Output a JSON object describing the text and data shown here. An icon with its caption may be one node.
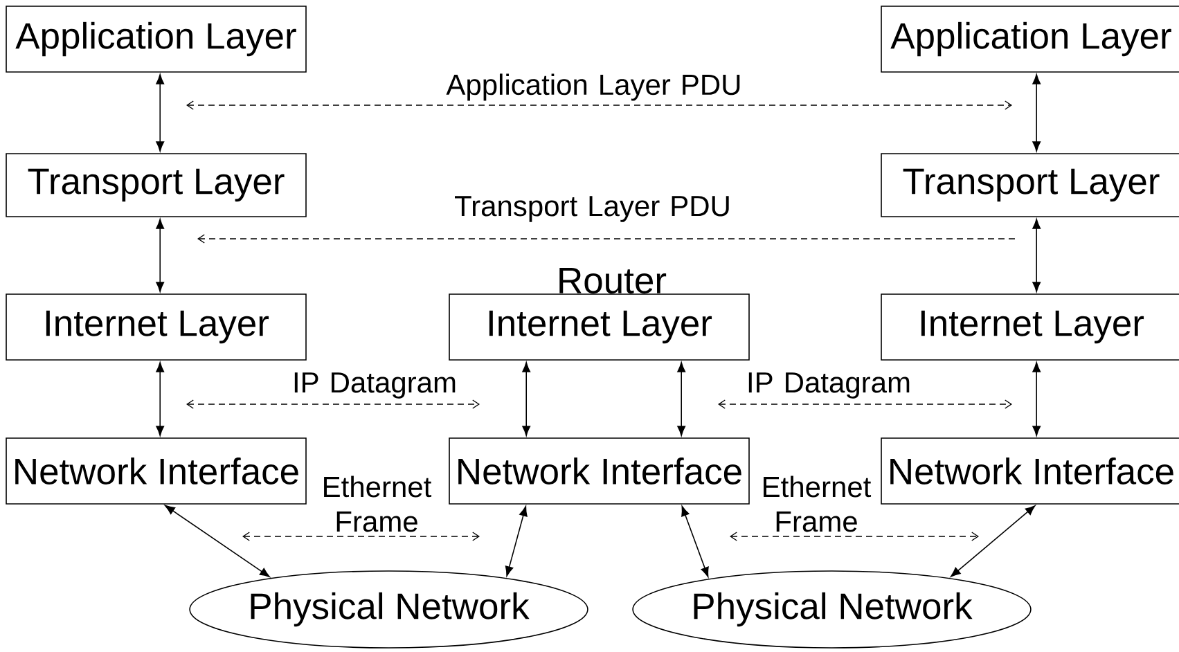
{
  "diagram": {
    "nodes": [
      {
        "text": [
          "Application Layer"
        ]
      },
      {
        "text": [
          "Application Layer"
        ]
      },
      {
        "text": [
          "Transport Layer"
        ]
      },
      {
        "text": [
          "Transport Layer"
        ]
      },
      {
        "text": [
          "Internet Layer"
        ]
      },
      {
        "text": [
          "Router",
          "Internet Layer"
        ]
      },
      {
        "text": [
          "Internet Layer"
        ]
      },
      {
        "text": [
          "Network Interface"
        ]
      },
      {
        "text": [
          "Network Interface"
        ]
      },
      {
        "text": [
          "Network Interface"
        ]
      },
      {
        "text": [
          "Physical Network"
        ]
      },
      {
        "text": [
          "Physical Network"
        ]
      }
    ],
    "edges": [
      {
        "from": 0,
        "to": 2,
        "arrow": "both"
      },
      {
        "from": 1,
        "to": 3,
        "arrow": "both"
      },
      {
        "from": 2,
        "to": 4,
        "arrow": "both"
      },
      {
        "from": 3,
        "to": 6,
        "arrow": "both"
      },
      {
        "from": 4,
        "to": 7,
        "arrow": "both"
      },
      {
        "from": 5,
        "to": 8,
        "arrow": "both"
      },
      {
        "from": 5,
        "to": 8,
        "arrow": "both"
      },
      {
        "from": 6,
        "to": 9,
        "arrow": "both"
      },
      {
        "from": 7,
        "to": 10,
        "arrow": "both"
      },
      {
        "from": 8,
        "to": 10,
        "arrow": "both"
      },
      {
        "from": 8,
        "to": 11,
        "arrow": "both"
      },
      {
        "from": 9,
        "to": 11,
        "arrow": "both"
      }
    ],
    "labels": [
      "Application Layer PDU",
      "Transport Layer PDU",
      "IP Datagram",
      "IP Datagram",
      "Ethernet Frame",
      "Ethernet Frame"
    ]
  }
}
